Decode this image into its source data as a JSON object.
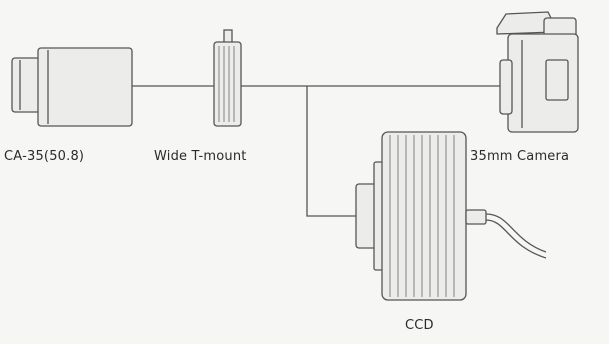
{
  "labels": {
    "lens": "CA-35(50.8)",
    "adapter": "Wide T-mount",
    "camera": "35mm Camera",
    "ccd": "CCD"
  },
  "colors": {
    "background": "#f6f6f4",
    "line": "#555555",
    "fill": "#ececea"
  }
}
